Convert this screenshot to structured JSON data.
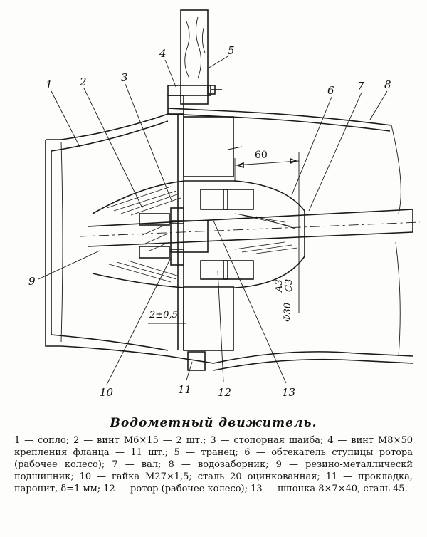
{
  "caption": {
    "title": "Водометный движитель.",
    "legend": "1 — сопло; 2 — винт М6×15 — 2 шт.; 3 — стопорная шайба; 4 — винт М8×50 крепления фланца — 11 шт.; 5 — транец; 6 — обтекатель ступицы ротора (рабочее колесо); 7 — вал; 8 — водозаборник; 9 — резино-металлическй подшипник; 10 — гайка М27×1,5; сталь 20 оцинкованная; 11 — прокладка, паронит, δ=1 мм; 12 — ротор (рабочее колесо); 13 — шпонка 8×7×40, сталь 45."
  },
  "callouts": {
    "c1": "1",
    "c2": "2",
    "c3": "3",
    "c4": "4",
    "c5": "5",
    "c6": "6",
    "c7": "7",
    "c8": "8",
    "c9": "9",
    "c10": "10",
    "c11": "11",
    "c12": "12",
    "c13": "13"
  },
  "dimensions": {
    "d60": "60",
    "gap": "2±0,5",
    "phi": "Φ30",
    "fit_top": "A3",
    "fit_bottom": "C3"
  }
}
